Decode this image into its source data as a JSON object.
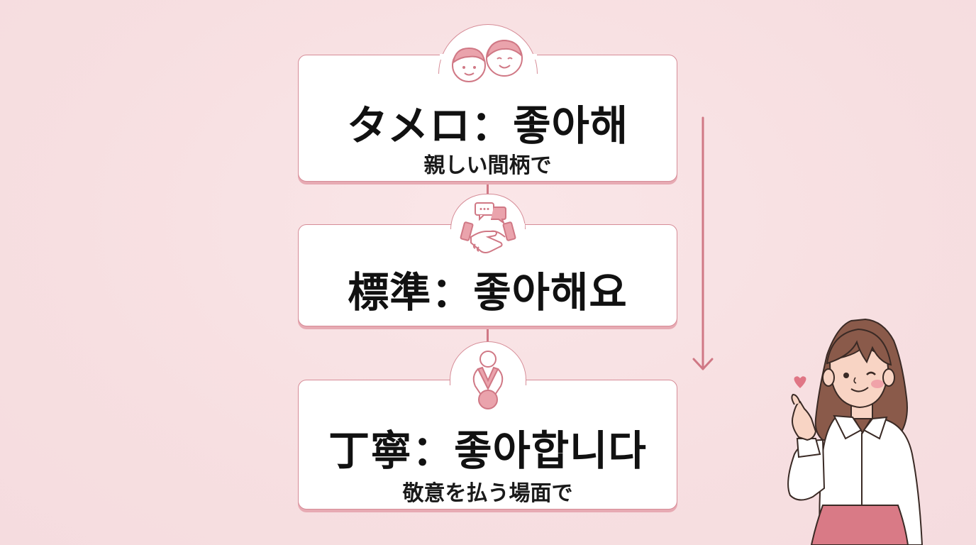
{
  "diagram": {
    "levels": [
      {
        "id": "casual",
        "title": "タメロ：좋아해",
        "subtitle": "親しい間柄で",
        "icon": "two-smiling-faces-icon"
      },
      {
        "id": "standard",
        "title": "標準：좋아해요",
        "subtitle": "",
        "icon": "handshake-speech-bubbles-icon"
      },
      {
        "id": "polite",
        "title": "丁寧：좋아합니다",
        "subtitle": "敬意を払う場面で",
        "icon": "bowing-person-icon"
      }
    ],
    "arrow": "down-arrow-increasing-politeness",
    "character": "girl-finger-heart-illustration"
  },
  "colors": {
    "background": "#f8e1e3",
    "accent": "#d07885",
    "card_border": "#d68c97",
    "card_fill": "#ffffff",
    "text": "#111111",
    "hair": "#8a5a4a",
    "skirt": "#d97a86"
  }
}
